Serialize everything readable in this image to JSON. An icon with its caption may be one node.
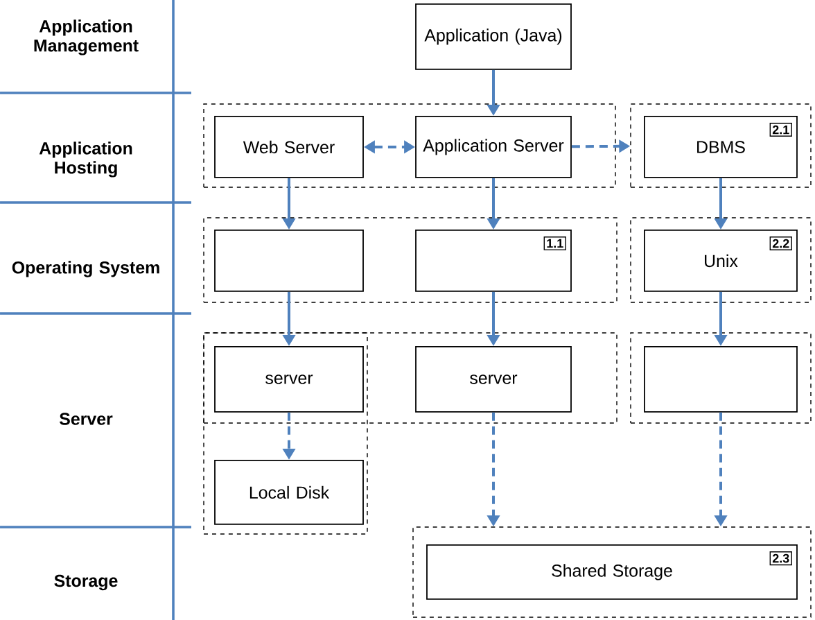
{
  "diagram": {
    "nodes": [
      {
        "text": [
          "Application (Java)"
        ]
      },
      {
        "text": [],
        "shape": "box"
      },
      {
        "text": [
          "Web Server"
        ],
        "in": 1
      },
      {
        "text": [
          "Application Server"
        ],
        "in": 1
      },
      {
        "text": [],
        "shape": "box"
      },
      {
        "text": [
          "DBMS",
          "2.1"
        ],
        "in": 4
      },
      {
        "text": [],
        "shape": "box"
      },
      {
        "text": [],
        "shape": "box",
        "in": 6
      },
      {
        "text": [
          "1.1"
        ],
        "in": 6
      },
      {
        "text": [],
        "shape": "box"
      },
      {
        "text": [
          "Unix",
          "2.2"
        ],
        "in": 9
      },
      {
        "text": [],
        "shape": "box"
      },
      {
        "text": [],
        "shape": "box"
      },
      {
        "text": [
          "server"
        ]
      },
      {
        "text": [
          "server"
        ],
        "in": 11
      },
      {
        "text": [],
        "shape": "box"
      },
      {
        "text": [],
        "shape": "box",
        "in": 15
      },
      {
        "text": [
          "Local Disk"
        ],
        "in": 12
      },
      {
        "text": [],
        "shape": "box"
      },
      {
        "text": [
          "Shared Storage",
          "2.3"
        ],
        "in": 18
      }
    ],
    "edges": [
      {
        "from": 0,
        "to": 3,
        "arrow": "to"
      },
      {
        "from": 2,
        "to": 3,
        "arrow": "both",
        "style": "dashed"
      },
      {
        "from": 3,
        "to": 4,
        "arrow": "to",
        "style": "dashed"
      },
      {
        "from": 2,
        "to": 7,
        "arrow": "to"
      },
      {
        "from": 3,
        "to": 8,
        "arrow": "to"
      },
      {
        "from": 5,
        "to": 10,
        "arrow": "to"
      },
      {
        "from": 7,
        "to": 13,
        "arrow": "to"
      },
      {
        "from": 8,
        "to": 14,
        "arrow": "to"
      },
      {
        "from": 10,
        "to": 16,
        "arrow": "to"
      },
      {
        "from": 13,
        "to": 17,
        "arrow": "to",
        "style": "dashed"
      },
      {
        "from": 14,
        "to": 18,
        "arrow": "to",
        "style": "dashed"
      },
      {
        "from": 16,
        "to": 18,
        "arrow": "to",
        "style": "dashed"
      }
    ],
    "labels": [
      "Application Management",
      "Application Hosting",
      "Operating System",
      "Server",
      "Storage"
    ]
  }
}
